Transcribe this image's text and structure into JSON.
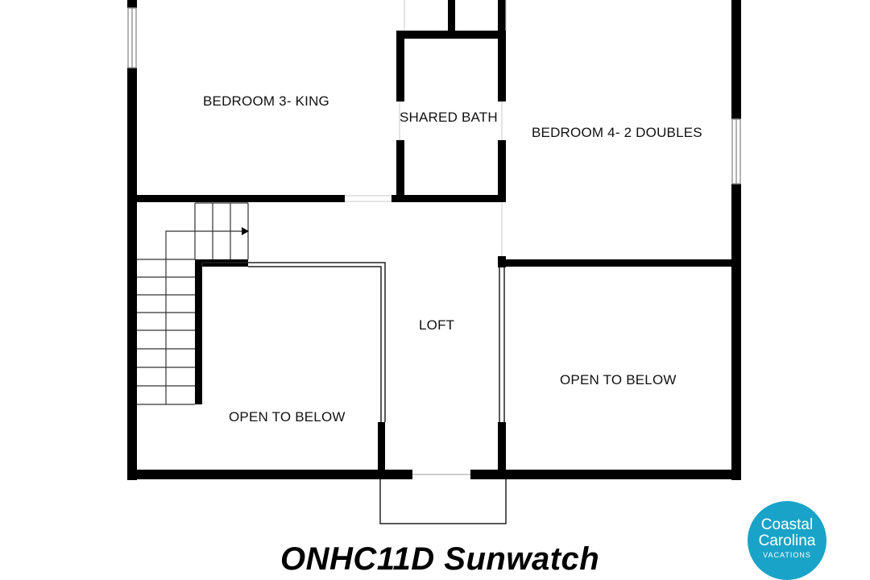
{
  "rooms": {
    "bedroom_3": "BEDROOM 3- KING",
    "shared_bath": "SHARED BATH",
    "bedroom_4": "BEDROOM 4- 2 DOUBLES",
    "loft": "LOFT",
    "open_left": "OPEN TO BELOW",
    "open_right": "OPEN TO BELOW"
  },
  "title": "ONHC11D Sunwatch",
  "logo": {
    "line1": "Coastal",
    "line2": "Carolina",
    "line3": "VACATIONS",
    "color": "#1aa3c8"
  },
  "colors": {
    "wall": "#000000",
    "thin_line": "#222222",
    "window": "#aaaaaa"
  }
}
